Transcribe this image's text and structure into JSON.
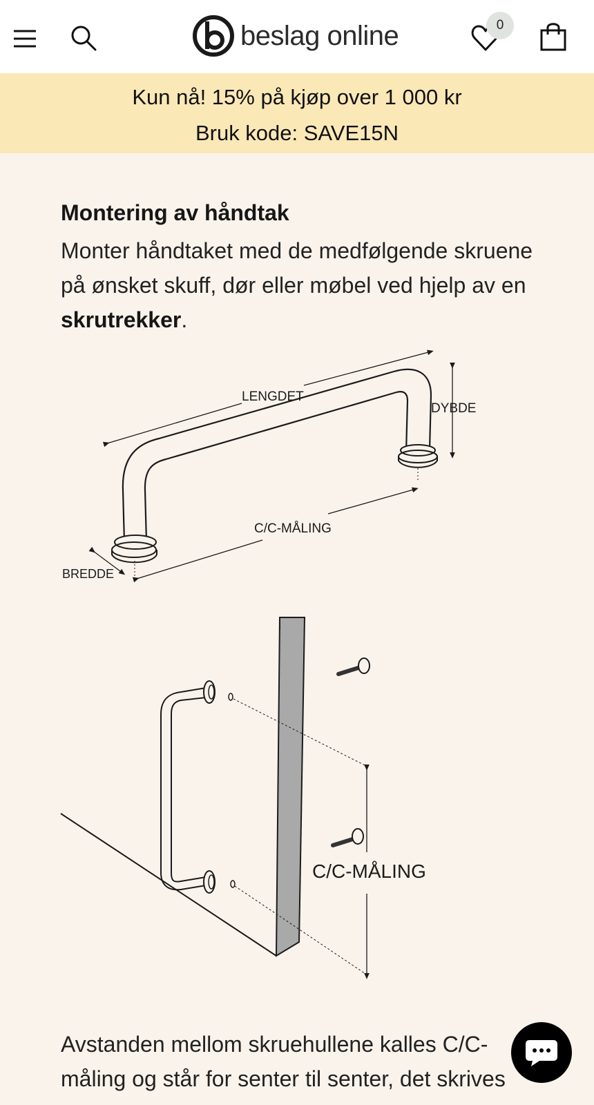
{
  "header": {
    "logo_text": "beslag online",
    "wishlist_count": "0",
    "icons": {
      "menu": "hamburger-menu-icon",
      "search": "search-icon",
      "logo": "beslag-logo-mark",
      "wishlist": "heart-icon",
      "cart": "shopping-bag-icon"
    }
  },
  "promo": {
    "line1": "Kun nå! 15% på kjøp over 1 000 kr",
    "line2": "Bruk kode: SAVE15N",
    "background": "#fbe8b7"
  },
  "content": {
    "title": "Montering av håndtak",
    "body_before": "Monter håndtaket med de medfølgende skruene på ønsket skuff, dør eller møbel ved hjelp av en ",
    "body_bold": "skrutrekker",
    "body_after": ".",
    "diagram1_labels": {
      "length": "LENGDET",
      "depth": "DYBDE",
      "cc": "C/C-MÅLING",
      "width": "BREDDE"
    },
    "diagram2_labels": {
      "cc": "C/C-MÅLING"
    },
    "bottom_text": "Avstanden mellom skruehullene kalles C/C-måling og står for senter til senter, det skrives"
  },
  "chat": {
    "icon": "chat-bubble-icon"
  },
  "colors": {
    "page_background": "#f9f3ec",
    "header_background": "#ffffff",
    "badge_background": "#dfe5de"
  }
}
